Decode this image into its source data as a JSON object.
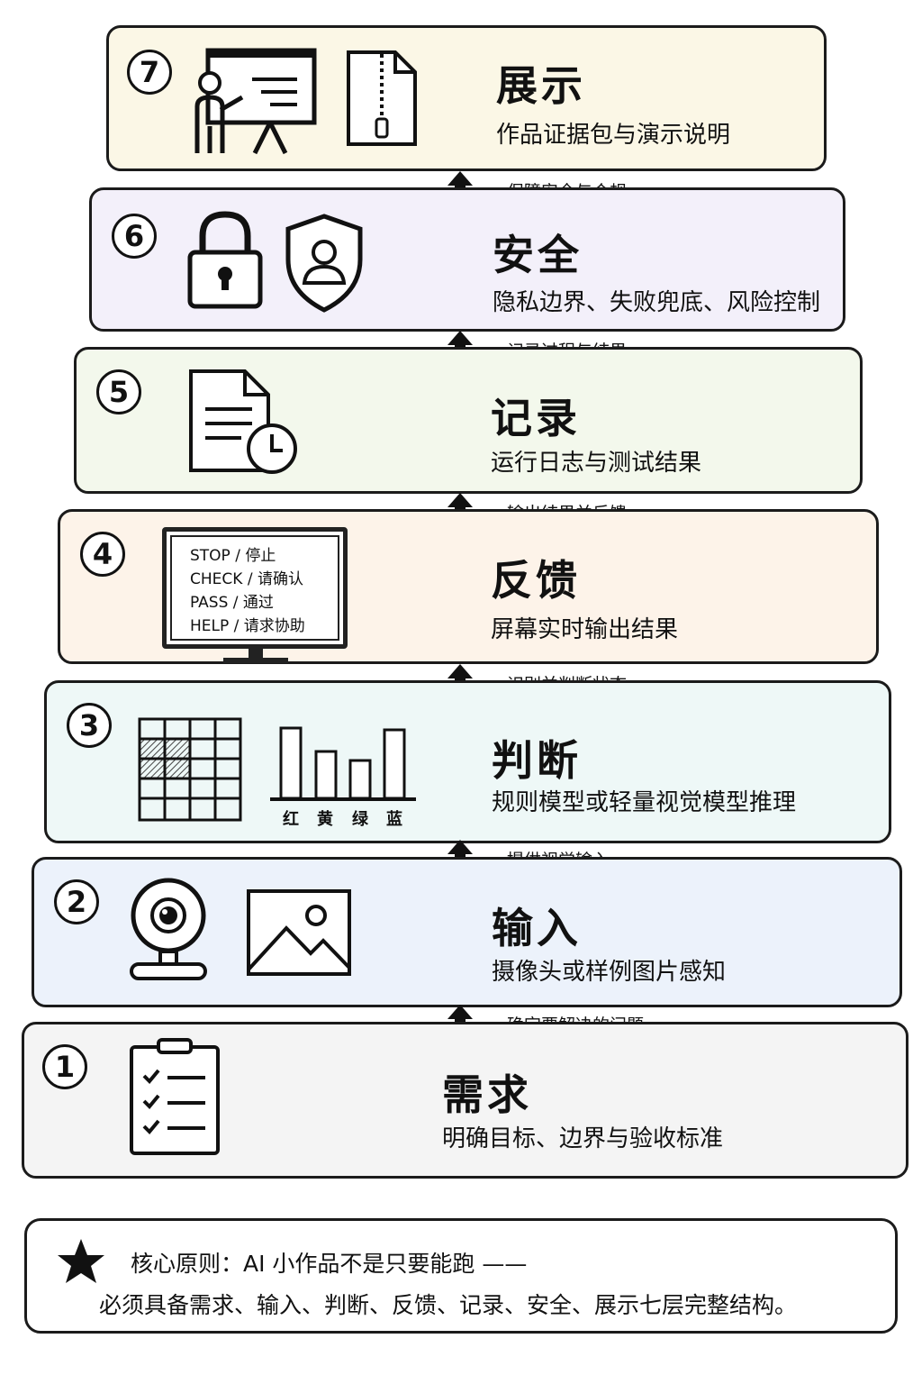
{
  "layers": [
    {
      "number": "7",
      "title": "展示",
      "desc": "作品证据包与演示说明",
      "bg": "#fbf7e6",
      "icons": [
        "presenter-icon",
        "zip-file-icon"
      ]
    },
    {
      "number": "6",
      "title": "安全",
      "desc": "隐私边界、失败兜底、风险控制",
      "bg": "#f3f0fa",
      "icons": [
        "padlock-icon",
        "shield-user-icon"
      ]
    },
    {
      "number": "5",
      "title": "记录",
      "desc": "运行日志与测试结果",
      "bg": "#f3f8ec",
      "icons": [
        "document-clock-icon"
      ]
    },
    {
      "number": "4",
      "title": "反馈",
      "desc": "屏幕实时输出结果",
      "bg": "#fdf3e9",
      "icons": [
        "monitor-icon"
      ]
    },
    {
      "number": "3",
      "title": "判断",
      "desc": "规则模型或轻量视觉模型推理",
      "bg": "#eef8f7",
      "icons": [
        "grid-icon",
        "bar-chart-icon"
      ]
    },
    {
      "number": "2",
      "title": "输入",
      "desc": "摄像头或样例图片感知",
      "bg": "#ecf2fb",
      "icons": [
        "webcam-icon",
        "image-icon"
      ]
    },
    {
      "number": "1",
      "title": "需求",
      "desc": "明确目标、边界与验收标准",
      "bg": "#f4f4f4",
      "icons": [
        "clipboard-checklist-icon"
      ]
    }
  ],
  "connectors": [
    {
      "label": "保障安全与合规"
    },
    {
      "label": "记录过程与结果"
    },
    {
      "label": "输出结果并反馈"
    },
    {
      "label": "识别并判断状态"
    },
    {
      "label": "提供视觉输入"
    },
    {
      "label": "确定要解决的问题"
    }
  ],
  "monitor_lines": [
    "STOP / 停止",
    "CHECK / 请确认",
    "PASS / 通过",
    "HELP / 请求协助"
  ],
  "bar_labels": [
    "红",
    "黄",
    "绿",
    "蓝"
  ],
  "footer": {
    "line1": "核心原则：AI 小作品不是只要能跑 ——",
    "line2": "必须具备需求、输入、判断、反馈、记录、安全、展示七层完整结构。"
  }
}
